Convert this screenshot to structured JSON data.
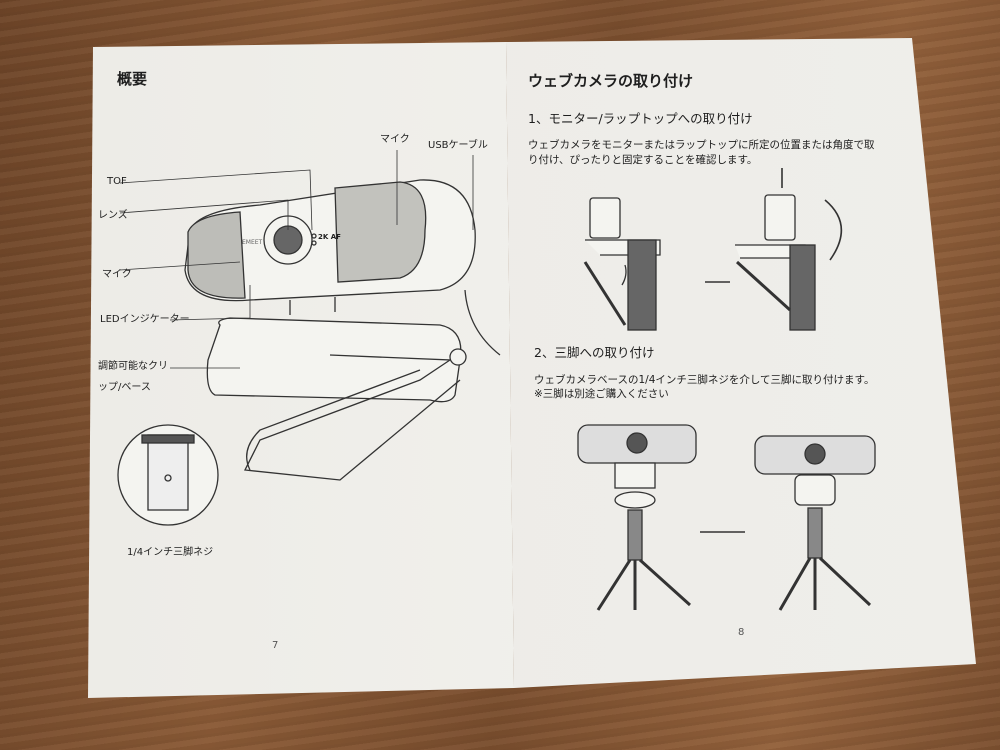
{
  "left_page": {
    "title": "概要",
    "labels": {
      "tof": "TOF",
      "lens": "レンズ",
      "mic_left": "マイク",
      "led": "LEDインジケーター",
      "clip_line1": "調節可能なクリ",
      "clip_line2": "ップ/ベース",
      "mic_top": "マイク",
      "usb": "USBケーブル",
      "thread": "1/4インチ三脚ネジ"
    },
    "camera_marks": {
      "brand": "EMEET",
      "spec": "2K AF"
    },
    "page_number": "7"
  },
  "right_page": {
    "title": "ウェブカメラの取り付け",
    "section1": {
      "heading": "1、モニター/ラップトップへの取り付け",
      "line1": "ウェブカメラをモニターまたはラップトップに所定の位置または角度で取",
      "line2": "り付け、ぴったりと固定することを確認します。"
    },
    "section2": {
      "heading": "2、三脚への取り付け",
      "line1": "ウェブカメラベースの1/4インチ三脚ネジを介して三脚に取り付けます。",
      "line2": "※三脚は別途ご購入ください"
    },
    "page_number": "8"
  }
}
